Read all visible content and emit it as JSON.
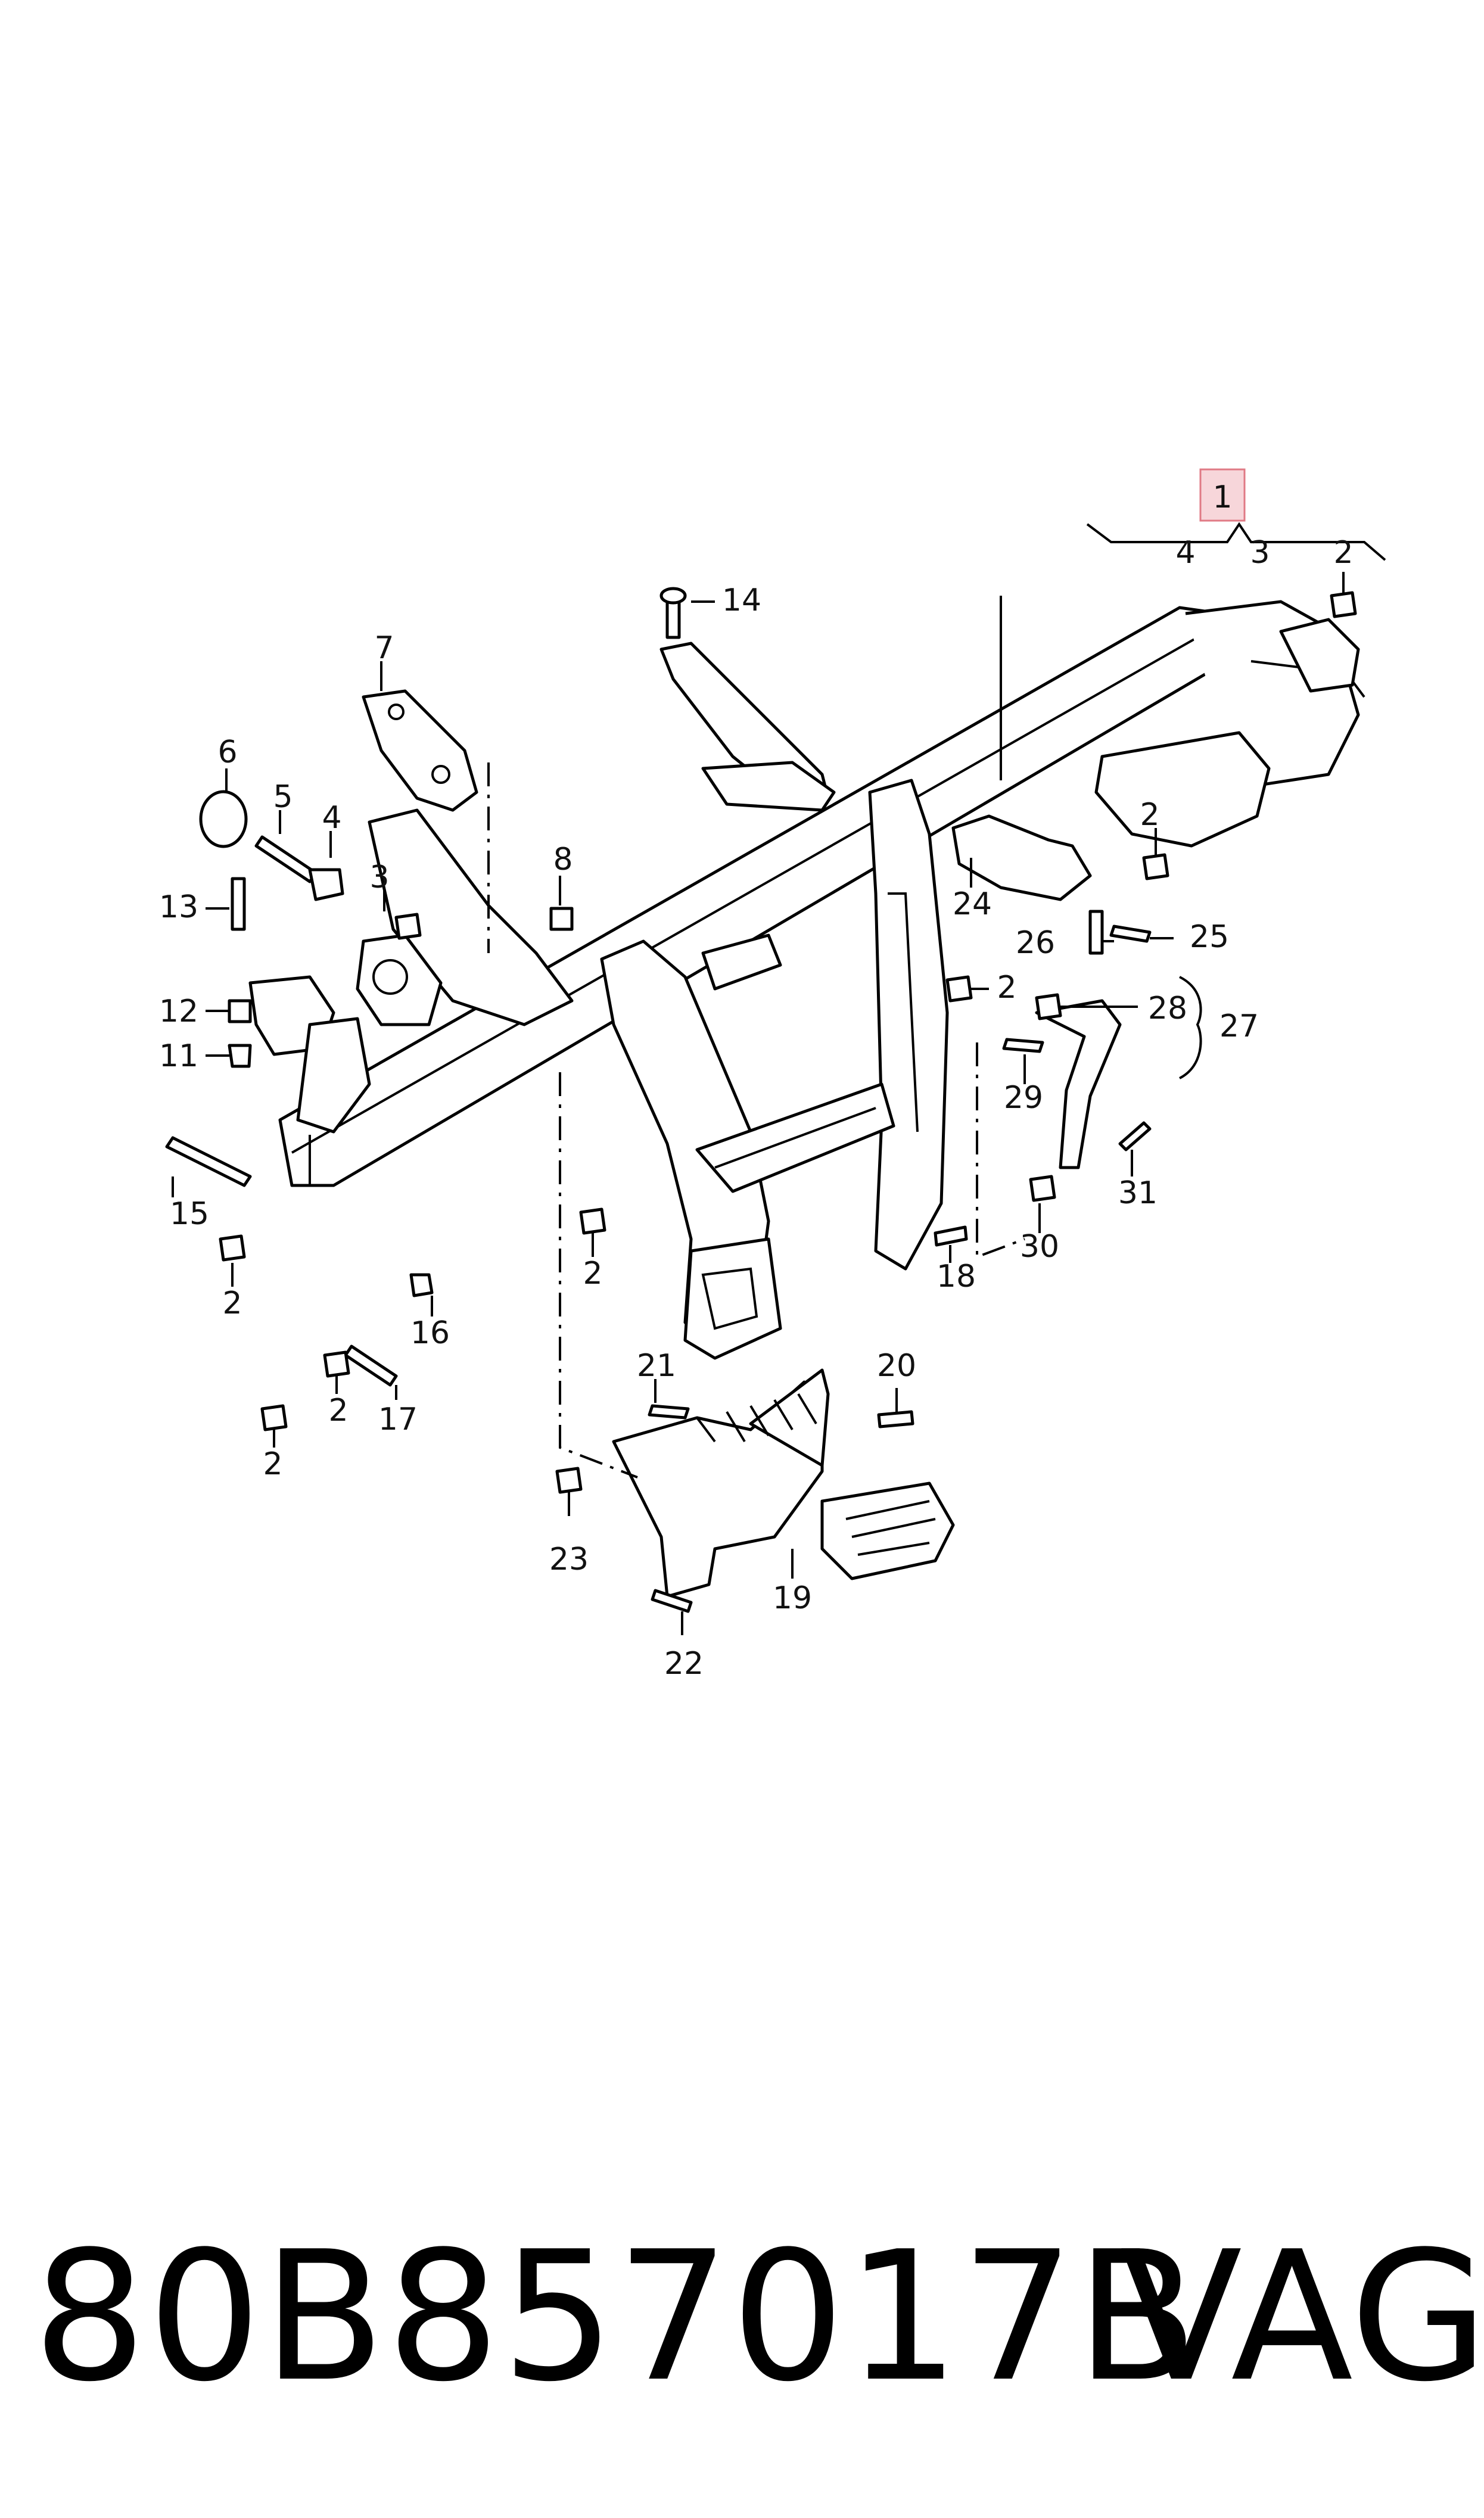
{
  "callouts": {
    "c1": "1",
    "c2a": "2",
    "c3a": "3",
    "c4a": "4",
    "c14": "14",
    "c7": "7",
    "c6": "6",
    "c5": "5",
    "c4b": "4",
    "c3b": "3",
    "c13": "13",
    "c8": "8",
    "c12": "12",
    "c11": "11",
    "c15": "15",
    "c2b": "2",
    "c16": "16",
    "c2c": "2",
    "c17": "17",
    "c2d": "2",
    "c2e": "2",
    "c24": "24",
    "c26": "26",
    "c25": "25",
    "c2f": "2",
    "c28": "28",
    "c27": "27",
    "c29": "29",
    "c31": "31",
    "c30": "30",
    "c18": "18",
    "c2g": "2",
    "c21": "21",
    "c20": "20",
    "c23": "23",
    "c19": "19",
    "c22": "22"
  },
  "footer": {
    "part_number": "80B857017B",
    "brand": "VAG"
  },
  "colors": {
    "highlight_fill": "#f7d6da",
    "highlight_stroke": "#e07a85",
    "line": "#000000"
  }
}
